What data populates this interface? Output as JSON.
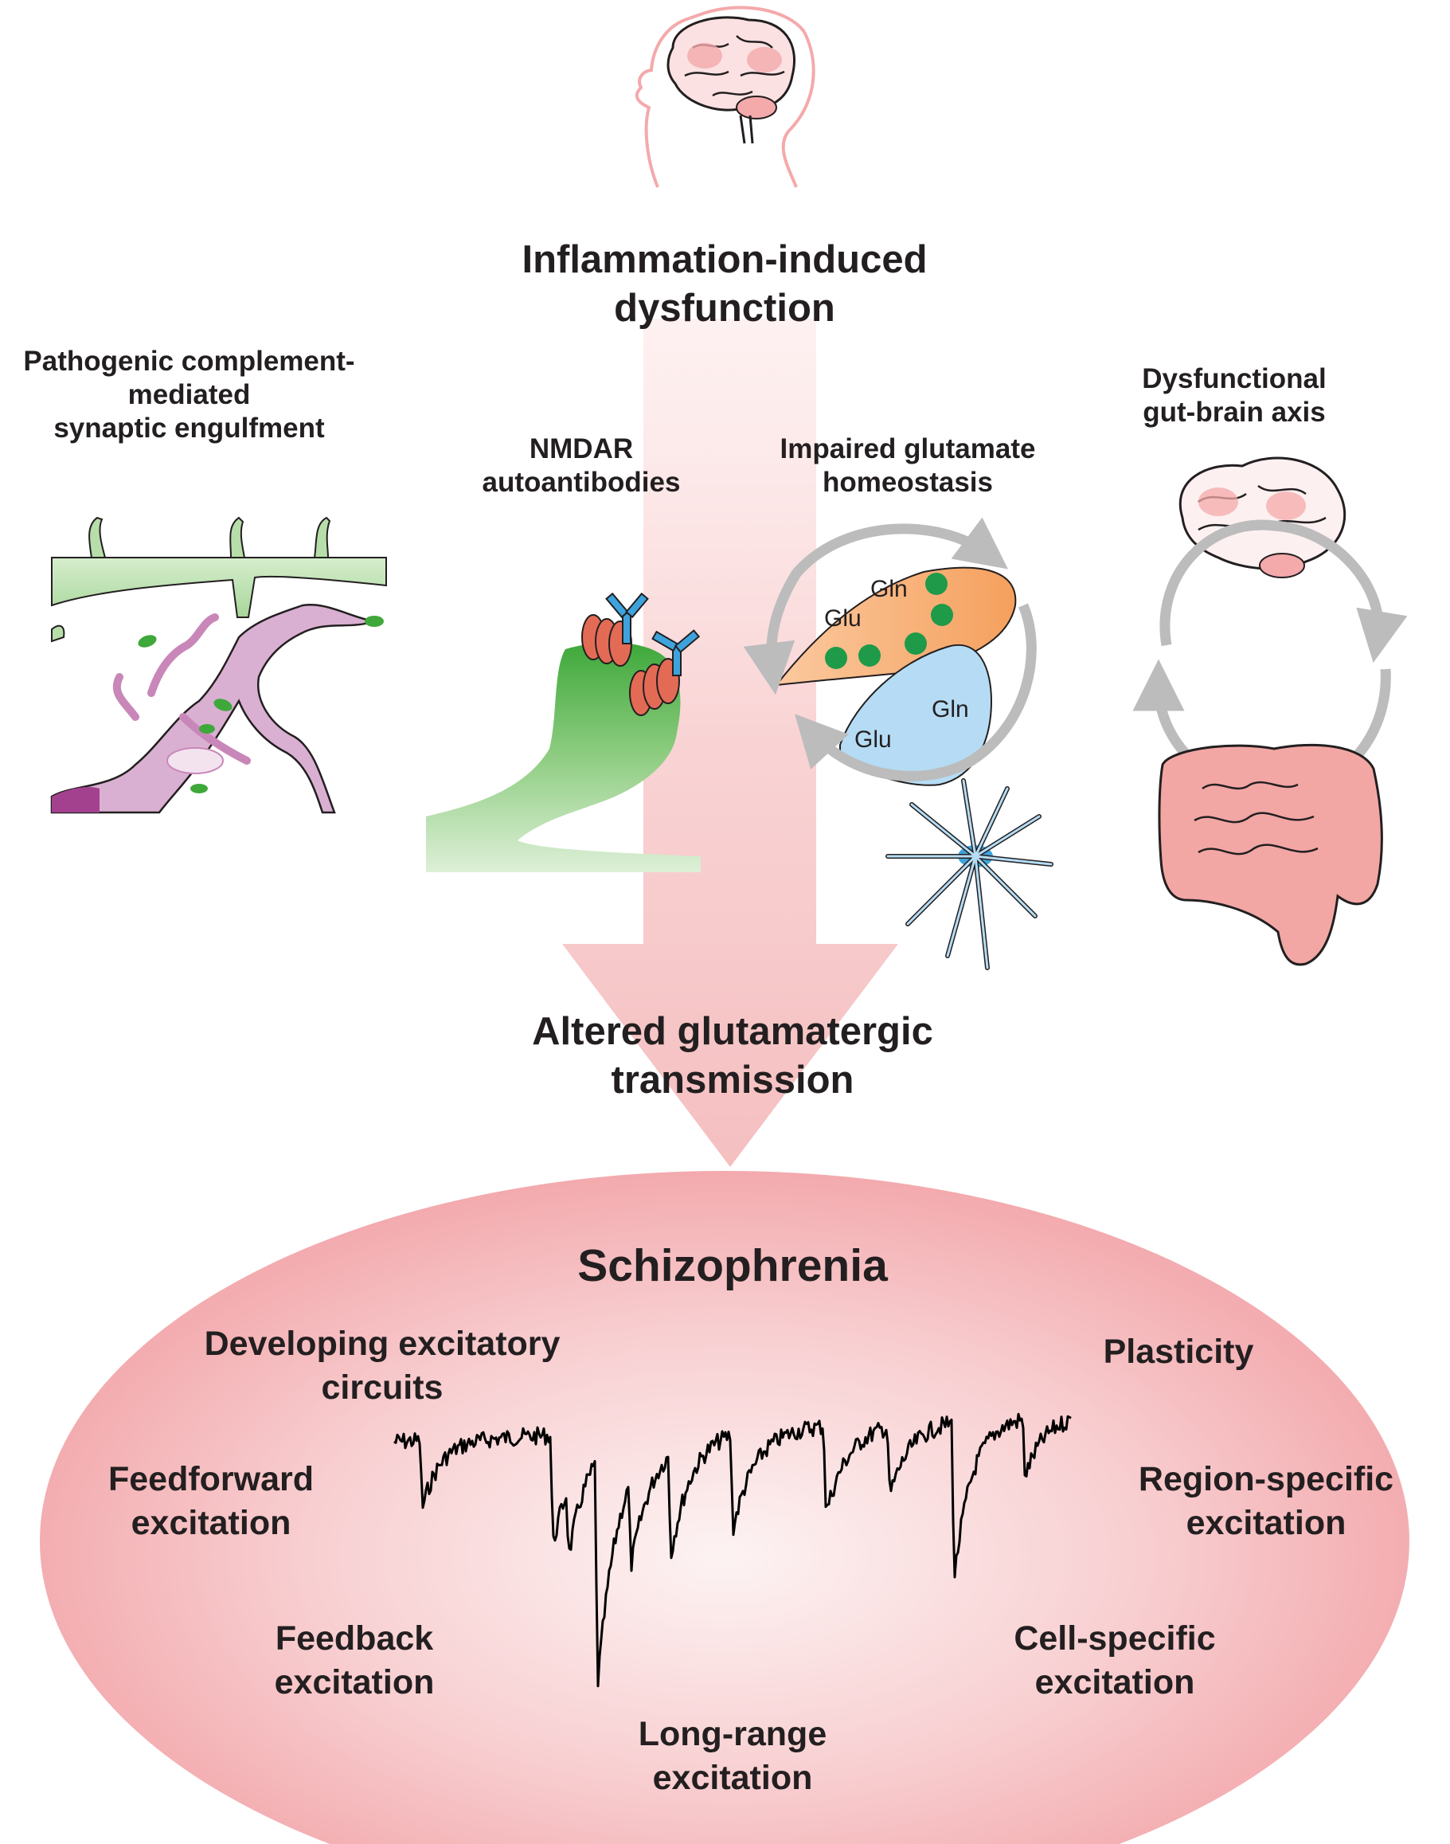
{
  "title": [
    "Inflammation-induced",
    "dysfunction"
  ],
  "mechanisms": {
    "complement": [
      "Pathogenic complement-",
      "mediated",
      "synaptic engulfment"
    ],
    "nmdar": [
      "NMDAR",
      "autoantibodies"
    ],
    "glutamate": [
      "Impaired glutamate",
      "homeostasis"
    ],
    "gut_brain": [
      "Dysfunctional",
      "gut-brain axis"
    ]
  },
  "molecules": {
    "glu_neuron": "Glu",
    "gln_neuron": "Gln",
    "glu_astro": "Glu",
    "gln_astro": "Gln"
  },
  "outcome": [
    "Altered glutamatergic",
    "transmission"
  ],
  "disorder": {
    "title": "Schizophrenia",
    "features": {
      "developing": [
        "Developing excitatory",
        "circuits"
      ],
      "plasticity": [
        "Plasticity"
      ],
      "feedforward": [
        "Feedforward",
        "excitation"
      ],
      "region": [
        "Region-specific",
        "excitation"
      ],
      "feedback": [
        "Feedback",
        "excitation"
      ],
      "cell": [
        "Cell-specific",
        "excitation"
      ],
      "longrange": [
        "Long-range",
        "excitation"
      ]
    }
  },
  "colors": {
    "text": "#231f20",
    "arrow": "#f6c9ca",
    "ellipse_edge": "#f2a5a9",
    "ellipse_center": "#fdf3f3",
    "dendrite": "#b7deaa",
    "microglia": "#c987b9",
    "spine": "#4daf45",
    "nmdar": "#e36b55",
    "antibody": "#3ea3dc",
    "astrocyte_cell": "#b5dcf4",
    "presynaptic": "#f6a96a",
    "cycle_arrow": "#bcbcbd",
    "brain": "#f4a9ab",
    "gut": "#f2a7a5"
  },
  "icons": [
    "head-brain-icon",
    "brain-icon",
    "gut-icon",
    "astrocyte-icon",
    "microglia-icon",
    "antibody-icon",
    "nmdar-icon",
    "current-trace-icon"
  ]
}
